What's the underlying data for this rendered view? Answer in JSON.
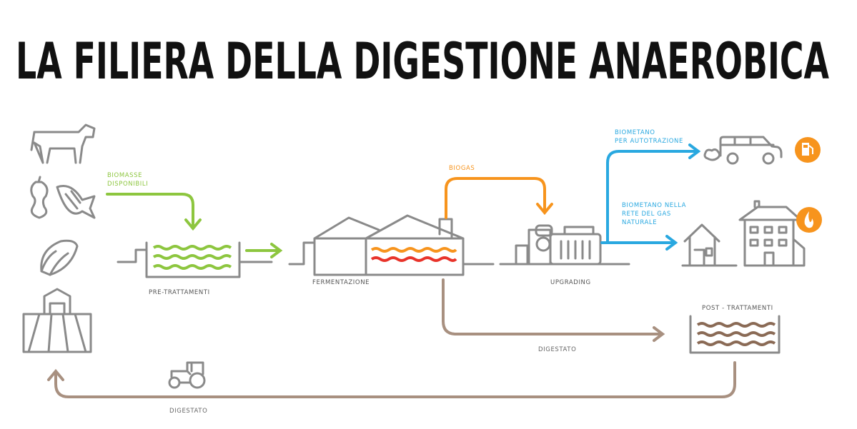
{
  "title": "LA FILIERA DELLA DIGESTIONE ANAEROBICA",
  "labels": {
    "biomasse": [
      "BIOMASSE",
      "DISPONIBILI"
    ],
    "pretrattamenti": "PRE-TRATTAMENTI",
    "fermentazione": "FERMENTAZIONE",
    "biogas": "BIOGAS",
    "upgrading": "UPGRADING",
    "biometano_auto": [
      "BIOMETANO",
      "PER AUTOTRAZIONE"
    ],
    "biometano_rete": [
      "BIOMETANO NELLA",
      "RETE DEL GAS",
      "NATURALE"
    ],
    "post_trattamenti": "POST - TRATTAMENTI",
    "digestato_1": "DIGESTATO",
    "digestato_2": "DIGESTATO"
  },
  "colors": {
    "green": "#8dc63f",
    "orange": "#f7941d",
    "red": "#e8332a",
    "blue": "#29a8e0",
    "brown": "#a89080",
    "gray": "#8a8a8a"
  },
  "icons": [
    "cow-icon",
    "apple-core-icon",
    "fish-icon",
    "corn-icon",
    "field-barn-icon",
    "tractor-icon",
    "car-icon",
    "fuel-pump-icon",
    "house-icon",
    "building-icon",
    "flame-icon"
  ]
}
